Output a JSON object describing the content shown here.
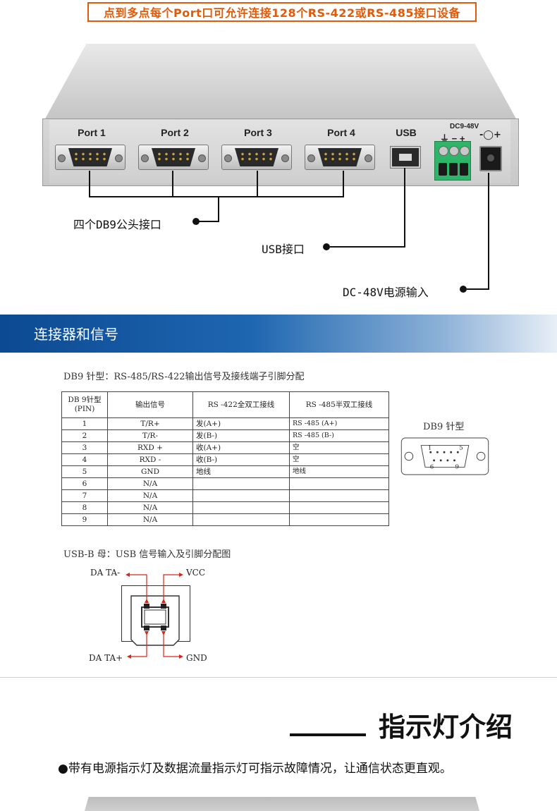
{
  "banner": {
    "text": "点到多点每个Port口可允许连接128个RS-422或RS-485接口设备"
  },
  "device": {
    "ports": [
      "Port 1",
      "Port 2",
      "Port 3",
      "Port 4"
    ],
    "usb_label": "USB",
    "dc_label": "DC9-48V",
    "terminal_symbols": "⏚ − +"
  },
  "callouts": {
    "db9": "四个DB9公头接口",
    "usb": "USB接口",
    "dc": "DC-48V电源输入"
  },
  "section": {
    "title": "连接器和信号"
  },
  "db9_table": {
    "caption": "DB9 针型：RS-485/RS-422输出信号及接线端子引脚分配",
    "headers": [
      "DB 9针型\n(PIN)",
      "输出信号",
      "RS -422全双工接线",
      "RS -485半双工接线"
    ],
    "rows": [
      [
        "1",
        "T/R+",
        "发(A+)",
        "RS -485 (A+)"
      ],
      [
        "2",
        "T/R-",
        "发(B-)",
        "RS -485 (B-)"
      ],
      [
        "3",
        "RXD  +",
        "收(A+)",
        "空"
      ],
      [
        "4",
        "RXD  -",
        "收(B-)",
        "空"
      ],
      [
        "5",
        "GND",
        "地线",
        "地线"
      ],
      [
        "6",
        "N/A",
        "",
        ""
      ],
      [
        "7",
        "N/A",
        "",
        ""
      ],
      [
        "8",
        "N/A",
        "",
        ""
      ],
      [
        "9",
        "N/A",
        "",
        ""
      ]
    ]
  },
  "db9_diagram": {
    "label": "DB9 针型",
    "pin_labels": [
      "1",
      "5",
      "6",
      "9"
    ]
  },
  "usb_section": {
    "caption": "USB-B 母：USB 信号输入及引脚分配图",
    "labels": {
      "data_minus": "DA TA-",
      "vcc": "VCC",
      "data_plus": "DA TA+",
      "gnd": "GND"
    }
  },
  "indicator": {
    "title": "指示灯介绍",
    "description": "●带有电源指示灯及数据流量指示灯可指示故障情况，让通信状态更直观。"
  },
  "colors": {
    "banner": "#e05a0a",
    "section_bar": "#0c4a93",
    "terminal": "#2fb56a",
    "arrow": "#d9261c"
  }
}
